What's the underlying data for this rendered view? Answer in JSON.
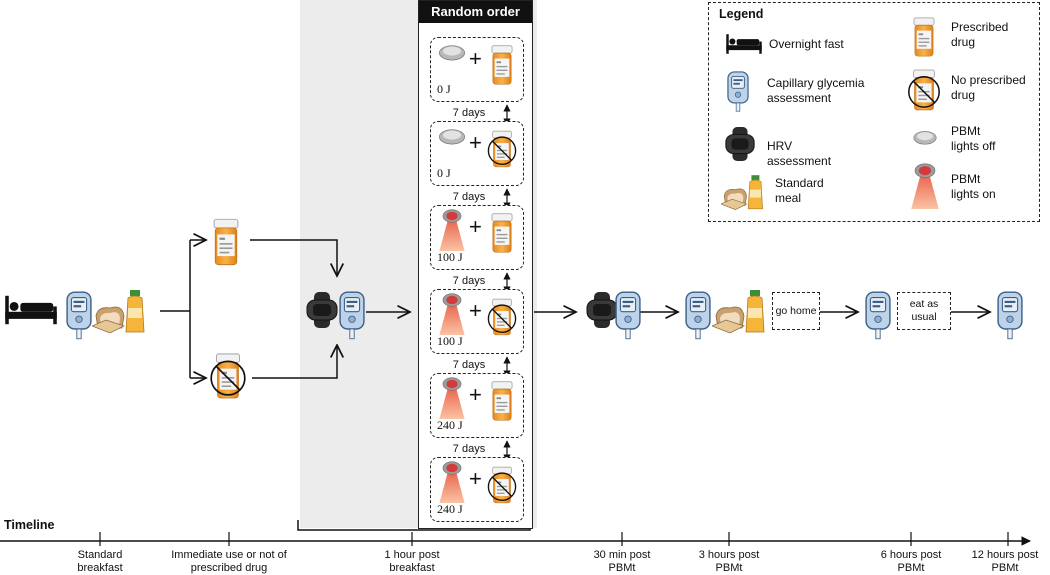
{
  "random": {
    "header": "Random order"
  },
  "sessions": [
    {
      "dose": "0 J",
      "light": "off",
      "drug": "yes"
    },
    {
      "dose": "0 J",
      "light": "off",
      "drug": "no"
    },
    {
      "dose": "100 J",
      "light": "on",
      "drug": "yes"
    },
    {
      "dose": "100 J",
      "light": "on",
      "drug": "no"
    },
    {
      "dose": "240 J",
      "light": "on",
      "drug": "yes"
    },
    {
      "dose": "240 J",
      "light": "on",
      "drug": "no"
    }
  ],
  "interval_label": "7 days",
  "boxes": {
    "go_home": "go home",
    "eat_as_usual": "eat as usual"
  },
  "legend": {
    "title": "Legend",
    "overnight_fast": "Overnight fast",
    "glycemia": "Capillary glycemia assessment",
    "hrv": "HRV assessment",
    "meal": "Standard meal",
    "prescribed": "Prescribed drug",
    "no_prescribed": "No prescribed drug",
    "pbmt_off": "PBMt lights off",
    "pbmt_on": "PBMt lights on"
  },
  "timeline": {
    "title": "Timeline",
    "labels": [
      "Standard breakfast",
      "Immediate use or not of prescribed drug",
      "1 hour post breakfast",
      "30 min post PBMt",
      "3 hours post PBMt",
      "6 hours post PBMt",
      "12 hours post PBMt"
    ]
  },
  "colors": {
    "pill_orange": "#f2a33a",
    "red_light": "#d93a3a",
    "beam": "#f6a27a",
    "band": "#ececec"
  }
}
